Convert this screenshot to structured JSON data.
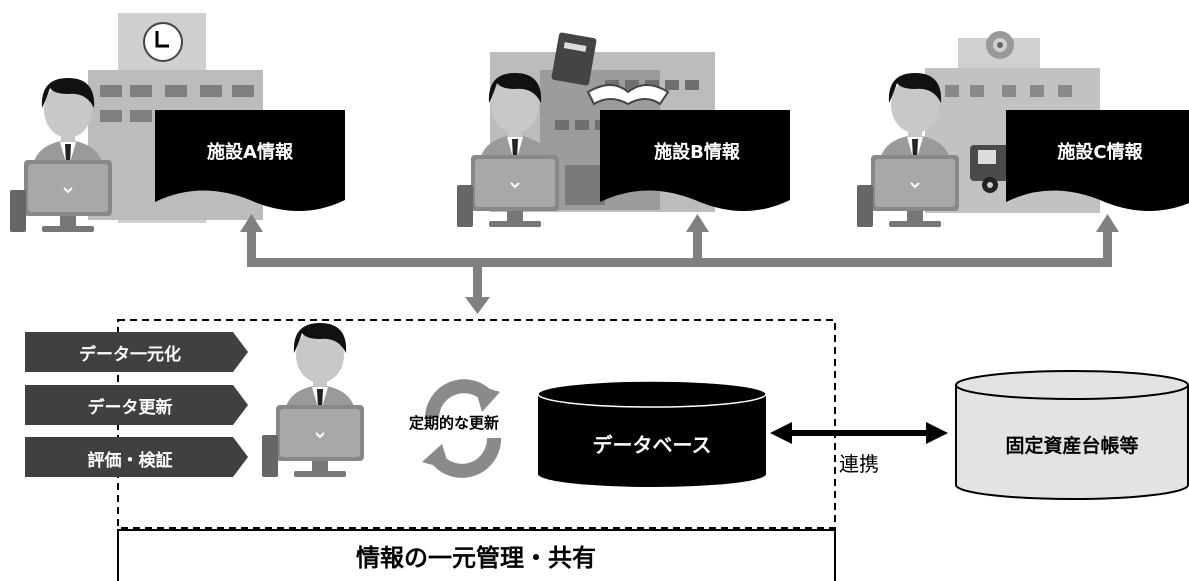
{
  "facilities": [
    {
      "label": "施設A情報",
      "icon": "school-building-with-clock"
    },
    {
      "label": "施設B情報",
      "icon": "library-building-with-books"
    },
    {
      "label": "施設C情報",
      "icon": "city-hall-building-with-truck"
    }
  ],
  "tasks": [
    "データ一元化",
    "データ更新",
    "評価・検証"
  ],
  "update_label": "定期的な更新",
  "database_label": "データベース",
  "link_label": "連携",
  "external_label": "固定資産台帳等",
  "footer_title": "情報の一元管理・共有",
  "colors": {
    "primary": "#000000",
    "arrow": "#808080",
    "task_bg": "#404040",
    "building": "#b0b0b0",
    "external_fill": "#e3e3e3"
  }
}
